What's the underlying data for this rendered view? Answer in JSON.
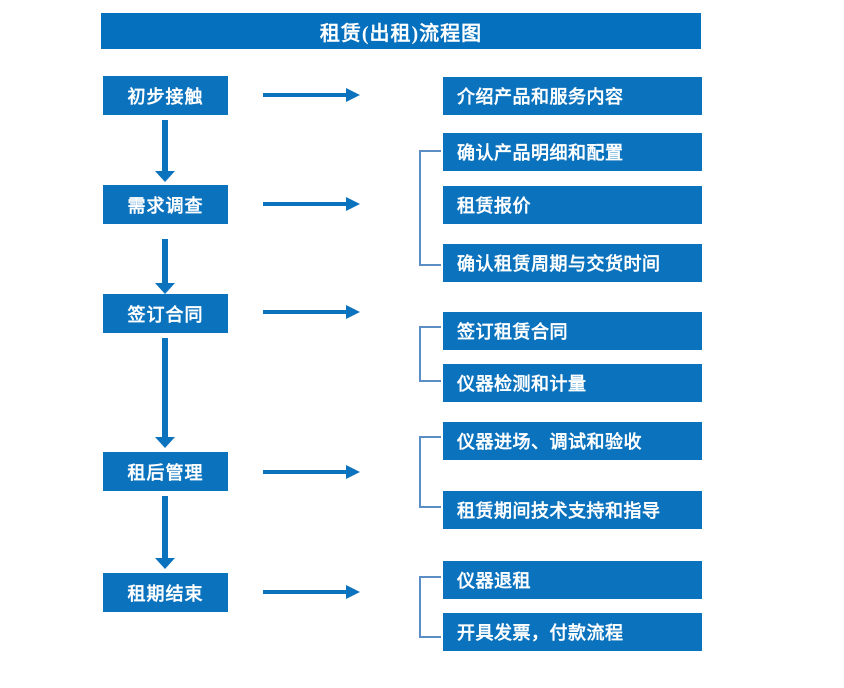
{
  "title": {
    "text": "租赁(出租)流程图"
  },
  "colors": {
    "title_bar": "#0570bd",
    "box_fill": "#0b72bd",
    "box_text": "#ffffff",
    "arrow": "#0b72bd",
    "bracket": "#5b8ec4",
    "background": "#ffffff"
  },
  "chart_data": {
    "type": "diagram",
    "diagram_kind": "flowchart",
    "title": "租赁(出租)流程图",
    "orientation": "vertical-stages-with-right-details",
    "stages": [
      {
        "id": "stage-1",
        "label": "初步接触",
        "details": [
          "介绍产品和服务内容"
        ],
        "bracketed": false
      },
      {
        "id": "stage-2",
        "label": "需求调查",
        "details": [
          "确认产品明细和配置",
          "租赁报价",
          "确认租赁周期与交货时间"
        ],
        "bracketed": true
      },
      {
        "id": "stage-3",
        "label": "签订合同",
        "details": [
          "签订租赁合同",
          "仪器检测和计量"
        ],
        "bracketed": true
      },
      {
        "id": "stage-4",
        "label": "租后管理",
        "details": [
          "仪器进场、调试和验收",
          "租赁期间技术支持和指导"
        ],
        "bracketed": true
      },
      {
        "id": "stage-5",
        "label": "租期结束",
        "details": [
          "仪器退租",
          "开具发票，付款流程"
        ],
        "bracketed": true
      }
    ]
  },
  "stages": {
    "s1": {
      "label": "初步接触"
    },
    "s2": {
      "label": "需求调查"
    },
    "s3": {
      "label": "签订合同"
    },
    "s4": {
      "label": "租后管理"
    },
    "s5": {
      "label": "租期结束"
    }
  },
  "details": {
    "d1": {
      "label": "介绍产品和服务内容"
    },
    "d2": {
      "label": "确认产品明细和配置"
    },
    "d3": {
      "label": "租赁报价"
    },
    "d4": {
      "label": "确认租赁周期与交货时间"
    },
    "d5": {
      "label": "签订租赁合同"
    },
    "d6": {
      "label": "仪器检测和计量"
    },
    "d7": {
      "label": "仪器进场、调试和验收"
    },
    "d8": {
      "label": "租赁期间技术支持和指导"
    },
    "d9": {
      "label": "仪器退租"
    },
    "d10": {
      "label": "开具发票，付款流程"
    }
  }
}
